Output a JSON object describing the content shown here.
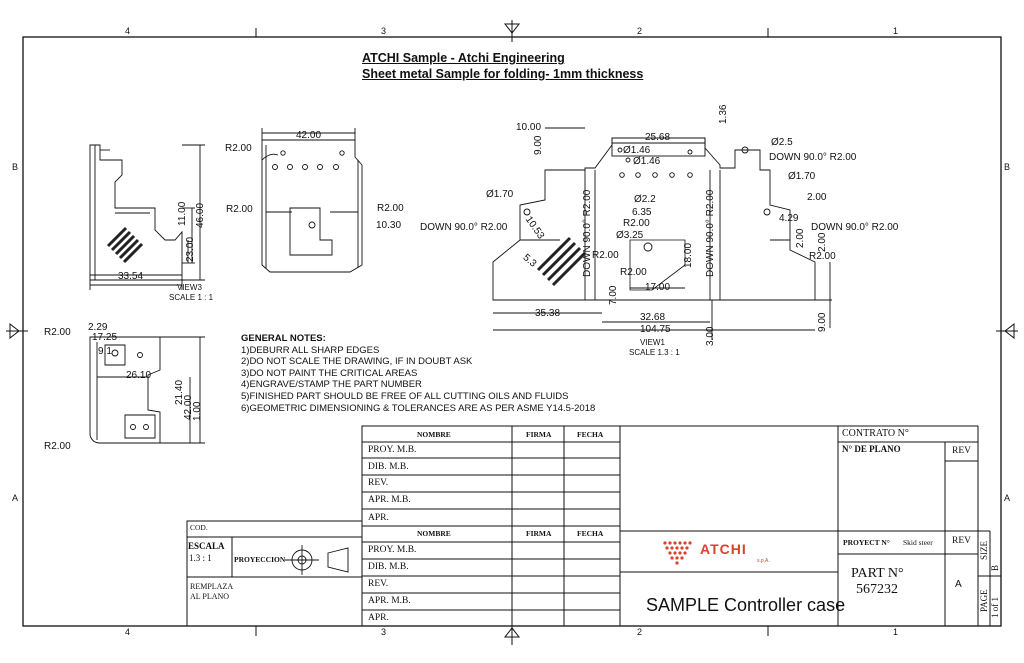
{
  "title": {
    "line1": "ATCHI Sample - Atchi Engineering",
    "line2": "Sheet metal Sample for folding- 1mm thickness"
  },
  "zones": {
    "top": [
      "4",
      "3",
      "2",
      "1"
    ],
    "bottom": [
      "4",
      "3",
      "2",
      "1"
    ],
    "left": [
      "B",
      "A"
    ],
    "right": [
      "B",
      "A"
    ]
  },
  "views": {
    "view3": {
      "label": "VIEW3",
      "scale": "SCALE 1 : 1"
    },
    "view1": {
      "label": "VIEW1",
      "scale": "SCALE 1.3 : 1"
    }
  },
  "dimensions": {
    "v3_width": "33.54",
    "v3_h46": "46.00",
    "v3_h23": "23.00",
    "v3_h11": "11.00",
    "top_w42": "42.00",
    "top_r1": "R2.00",
    "top_r2": "R2.00",
    "top_r3": "R2.00",
    "top_1030": "10.30",
    "bl_r2a": "R2.00",
    "bl_229": "2.29",
    "bl_1725": "17.25",
    "bl_91": "9.1",
    "bl_2610": "26.10",
    "bl_2140": "21.40",
    "bl_4200": "42.00",
    "bl_100": "1.00",
    "bl_r2b": "R2.00",
    "v1_1000": "10.00",
    "v1_900": "9.00",
    "v1_2568": "25.68",
    "v1_136": "1.36",
    "v1_d146a": "Ø1.46",
    "v1_d146b": "Ø1.46",
    "v1_d25": "Ø2.5",
    "v1_down_r": "DOWN 90.0° R2.00",
    "v1_d170a": "Ø1.70",
    "v1_d22": "Ø2.2",
    "v1_635": "6.35",
    "v1_r200a": "R2.00",
    "v1_d325": "Ø3.25",
    "v1_down_l": "DOWN 90.0° R2.00",
    "v1_1053": "10.53",
    "v1_vdown1": "DOWN 90.0° R2.00",
    "v1_vdown2": "DOWN 90.0° R2.00",
    "v1_r200b": "R2.00",
    "v1_r200c": "R2.00",
    "v1_1800": "18.00",
    "v1_1700": "17.00",
    "v1_53": "5.3",
    "v1_700": "7.00",
    "v1_3538": "35.38",
    "v1_3268": "32.68",
    "v1_10475": "104.75",
    "v1_300": "3.00",
    "v1_d170b": "Ø1.70",
    "v1_200a": "2.00",
    "v1_429": "4.29",
    "v1_down_rr": "DOWN 90.0° R2.00",
    "v1_200b": "2.00",
    "v1_200c": "2.00",
    "v1_r200d": "R2.00",
    "v1_900b": "9.00"
  },
  "notes": {
    "heading": "GENERAL NOTES:",
    "items": [
      "1)DEBURR ALL SHARP EDGES",
      "2)DO NOT SCALE THE DRAWING, IF IN DOUBT ASK",
      "3)DO NOT PAINT THE CRITICAL AREAS",
      "4)ENGRAVE/STAMP THE PART NUMBER",
      "5)FINISHED PART SHOULD BE FREE OF ALL CUTTING OILS AND FLUIDS",
      "6)GEOMETRIC DIMENSIONING & TOLERANCES ARE AS PER ASME Y14.5-2018"
    ]
  },
  "title_block": {
    "col_nombre": "NOMBRE",
    "col_firma": "FIRMA",
    "col_fecha": "FECHA",
    "rows_top": [
      "PROY. M.B.",
      "DIB. M.B.",
      "REV.",
      "APR. M.B.",
      "APR."
    ],
    "col_nombre2": "NOMBRE",
    "col_firma2": "FIRMA",
    "col_fecha2": "FECHA",
    "rows_bottom": [
      "PROY. M.B.",
      "DIB. M.B.",
      "REV.",
      "APR. M.B.",
      "APR."
    ],
    "cod": "COD.",
    "escala_label": "ESCALA",
    "escala_value": "1.3 : 1",
    "proyeccion": "PROYECCION",
    "remplaza_1": "REMPLAZA",
    "remplaza_2": "AL PLANO",
    "contrato": "CONTRATO N°",
    "de_plano": "N° DE PLANO",
    "rev_a": "REV",
    "proyect_label": "PROYECT N°",
    "proyect_value": "Skid steer",
    "rev_b": "REV",
    "size_label": "SIZE",
    "size_value": "B",
    "part_label": "PART N°",
    "part_value": "567232",
    "rev_value": "A",
    "page_label": "PAGE",
    "page_value": "1 of 1",
    "logo_text": "ATCHI",
    "logo_sub": "s.p.A.",
    "part_name": "SAMPLE Controller case",
    "brand_color": "#d9412b"
  }
}
